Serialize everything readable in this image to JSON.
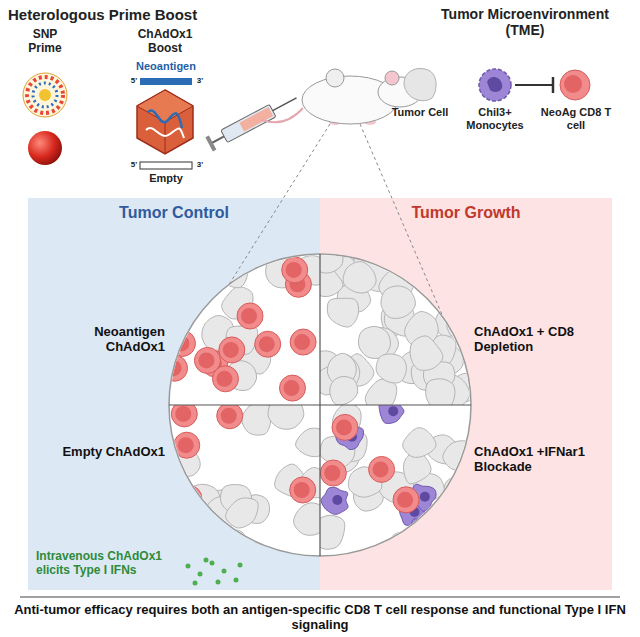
{
  "diagram": {
    "caption": "Anti-tumor efficacy requires both an antigen-specific CD8 T cell response and functional Type I IFN signaling",
    "nodes": [
      {
        "text": [
          "Tumor Control"
        ]
      },
      {
        "text": [
          "Tumor Growth"
        ]
      }
    ],
    "labels": [
      "Heterologous Prime Boost",
      "SNP Prime",
      "ChAdOx1 Boost",
      "Neoantigen",
      "5'",
      "3'",
      "5'",
      "3'",
      "Empty",
      "Tumor Microenvironment (TME)",
      "Neoantigen ChAdOx1",
      "Empty ChAdOx1",
      "ChAdOx1 + CD8 Depletion",
      "ChAdOx1 +IFNar1 Blockade",
      "Intravenous ChAdOx1 elicits Type I IFNs"
    ],
    "legend": [
      {
        "text": "Tumor Cell"
      },
      {
        "text": "Chil3+ Monocytes"
      },
      {
        "text": "NeoAg CD8 T cell"
      }
    ]
  }
}
